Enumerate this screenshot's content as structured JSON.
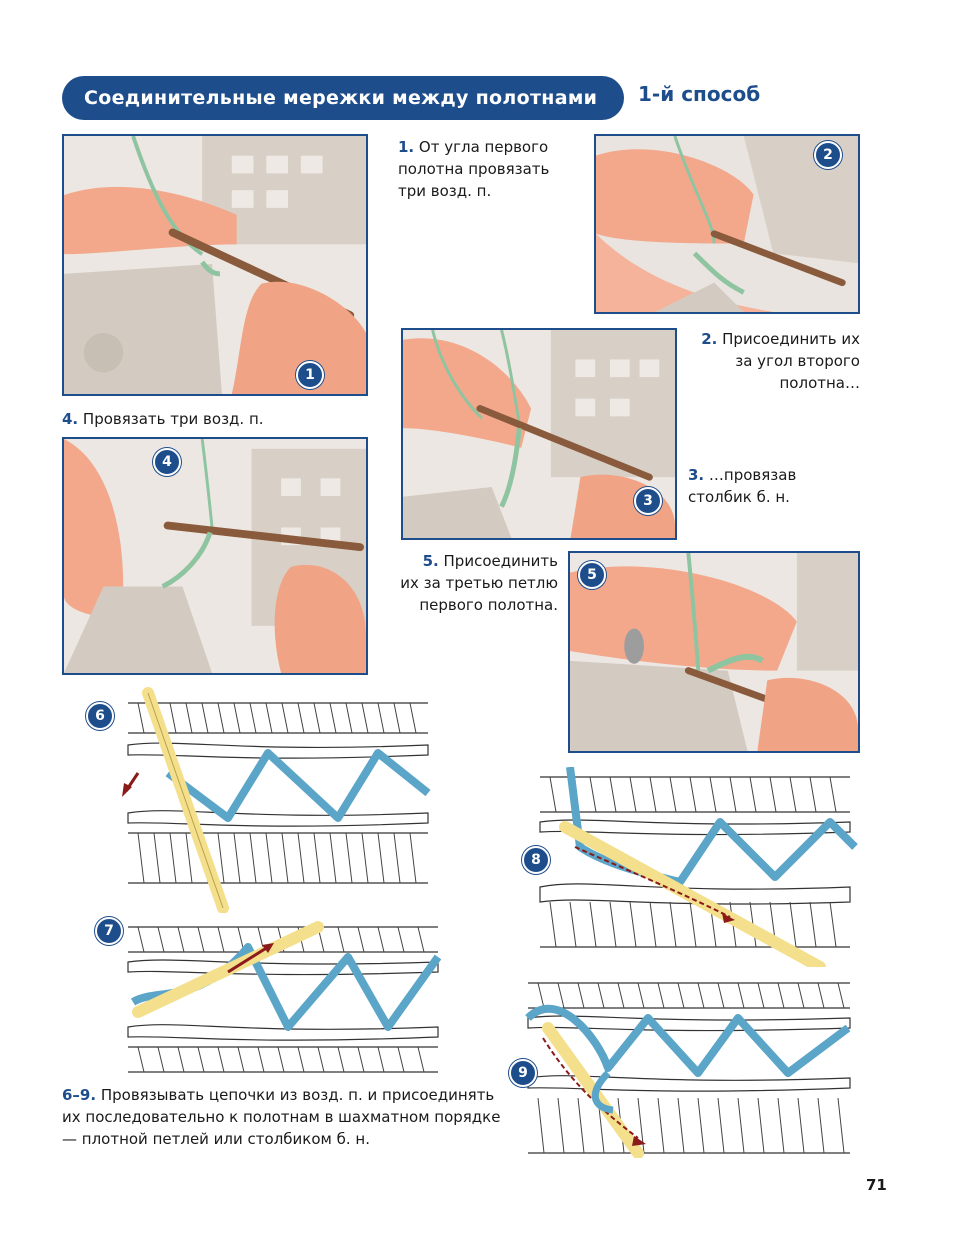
{
  "header": {
    "title": "Соединительные мережки между полотнами",
    "method": "1-й способ"
  },
  "steps": [
    {
      "num": "1.",
      "text": "От угла первого полотна провязать три возд. п."
    },
    {
      "num": "2.",
      "text": "Присоединить их за угол второго полотна…"
    },
    {
      "num": "3.",
      "text": "…провязав столбик б. н."
    },
    {
      "num": "4.",
      "text": "Провязать три возд. п."
    },
    {
      "num": "5.",
      "text": "Присоединить их за третью петлю первого полотна."
    },
    {
      "num": "6–9.",
      "text": "Провязывать цепочки из возд. п. и присоединять их последовательно к полотнам в шахматном порядке — плотной петлей или столбиком б. н."
    }
  ],
  "badges": {
    "p1": "1",
    "p2": "2",
    "p3": "3",
    "p4": "4",
    "p5": "5",
    "d6": "6",
    "d7": "7",
    "d8": "8",
    "d9": "9"
  },
  "page_number": "71",
  "colors": {
    "accent": "#1e4d8c",
    "yarn_green": "#8fc4a1",
    "yarn_beige": "#d6cfc6",
    "skin": "#f2a98d",
    "hook": "#8a5a3c",
    "chain_blue": "#5aa5c8",
    "hook_yellow": "#f4e08c",
    "arrow_red": "#8b1a1a"
  }
}
